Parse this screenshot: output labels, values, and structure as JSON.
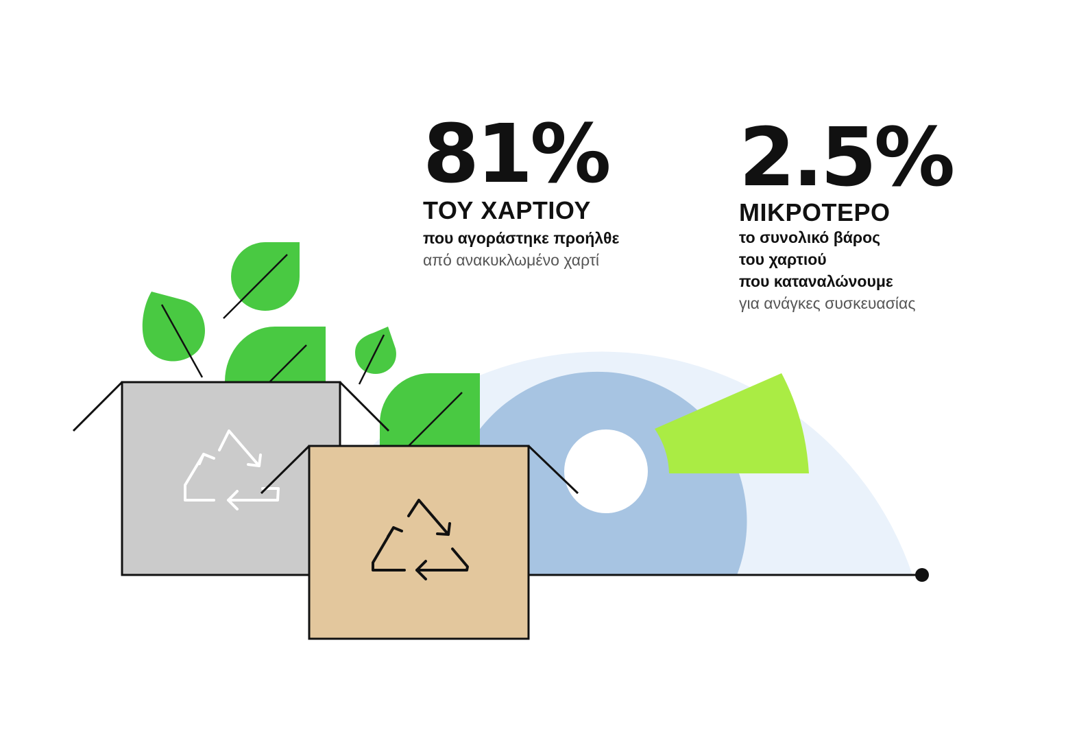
{
  "stats": [
    {
      "value": "81%",
      "headline": "ΤΟΥ ΧΑΡΤΙΟΥ",
      "line1": "που αγοράστηκε προήλθε",
      "line2": "από ανακυκλωμένο χαρτί"
    },
    {
      "value": "2.5%",
      "headline": "ΜΙΚΡΟΤΕΡΟ",
      "line1": "το συνολικό βάρος",
      "line2": "του χαρτιού",
      "line3": "που καταναλώνουμε",
      "line4": "για ανάγκες συσκευασίας"
    }
  ],
  "colors": {
    "outer_disc": "#eaf2fb",
    "tape_roll": "#a7c4e2",
    "tape_segment": "#aaec44",
    "leaf": "#49c942",
    "grey_box": "#cbcbcb",
    "kraft_box": "#e3c79d",
    "outline": "#111111"
  },
  "icons": [
    "leaf-icon",
    "recycle-icon",
    "tape-roll-icon"
  ]
}
